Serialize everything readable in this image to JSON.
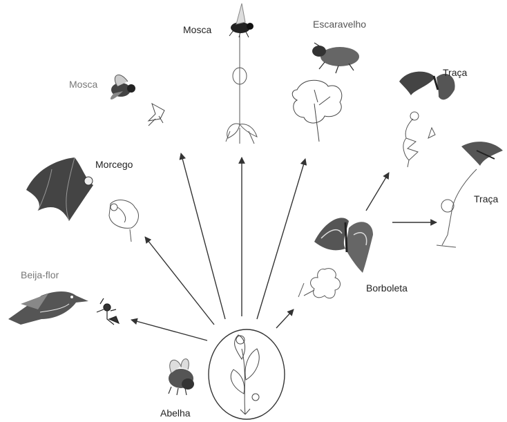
{
  "labels": {
    "mosca_left": "Mosca",
    "mosca_top": "Mosca",
    "escaravelho": "Escaravelho",
    "traca_top": "Traça",
    "traca_right": "Traça",
    "morcego": "Morcego",
    "beija_flor": "Beija-flor",
    "borboleta": "Borboleta",
    "abelha": "Abelha"
  },
  "colors": {
    "ink": "#222222",
    "arrow": "#333333",
    "muted_label": "#777777"
  },
  "icons": [
    "hoverfly-icon",
    "fly-icon",
    "beetle-icon",
    "moth-icon",
    "hawkmoth-icon",
    "bat-icon",
    "hummingbird-icon",
    "butterfly-icon",
    "bee-icon",
    "ancestral-flower-icon",
    "flower-icon"
  ]
}
